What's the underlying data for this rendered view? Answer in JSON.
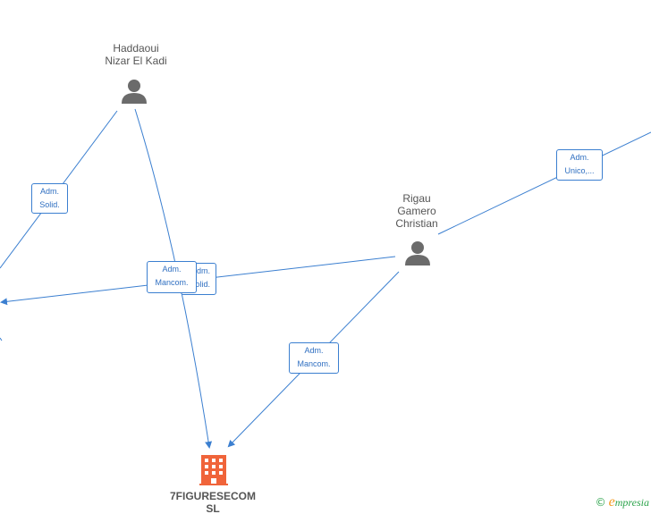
{
  "people": [
    {
      "id": "haddaoui",
      "name_line1": "Haddaoui",
      "name_line2": "Nizar El Kadi"
    },
    {
      "id": "rigau",
      "name_line1": "Rigau",
      "name_line2": "Gamero",
      "name_line3": "Christian"
    }
  ],
  "company": {
    "name_line1": "7FIGURESECOM",
    "name_line2": "SL"
  },
  "edge_labels": {
    "solid_left": {
      "line1": "Adm.",
      "line2": "Solid."
    },
    "solid_mid": {
      "line1": "Adm.",
      "line2": "Solid."
    },
    "mancom_mid": {
      "line1": "Adm.",
      "line2": "Mancom."
    },
    "mancom_lower": {
      "line1": "Adm.",
      "line2": "Mancom."
    },
    "unico_right": {
      "line1": "Adm.",
      "line2": "Unico,..."
    }
  },
  "brand": {
    "copyright": "©",
    "initial": "e",
    "rest": "mpresia"
  },
  "colors": {
    "edge": "#3b7fd0",
    "node_icon": "#6b6b6b",
    "company_icon": "#f0643a"
  }
}
